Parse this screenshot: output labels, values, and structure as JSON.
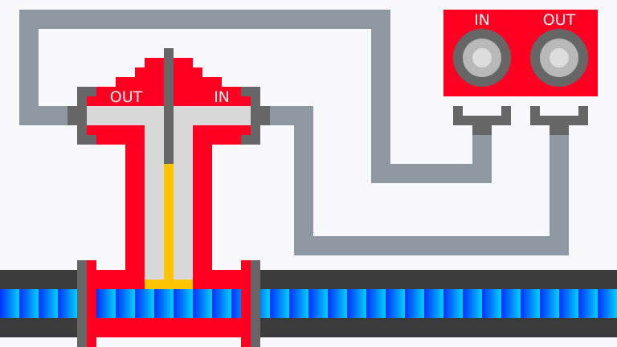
{
  "valve": {
    "out_label": "OUT",
    "in_label": "IN"
  },
  "control_panel": {
    "in_label": "IN",
    "out_label": "OUT"
  },
  "colors": {
    "background": "#f8f8fa",
    "red": "#ff0022",
    "pipe": "#8e98a3",
    "dark_gray": "#666666",
    "light_gray": "#d8d8d8",
    "yellow": "#ffc400",
    "rail": "#3c3c3c",
    "belt_dark": "#0030ff",
    "belt_light": "#00c8ff"
  }
}
